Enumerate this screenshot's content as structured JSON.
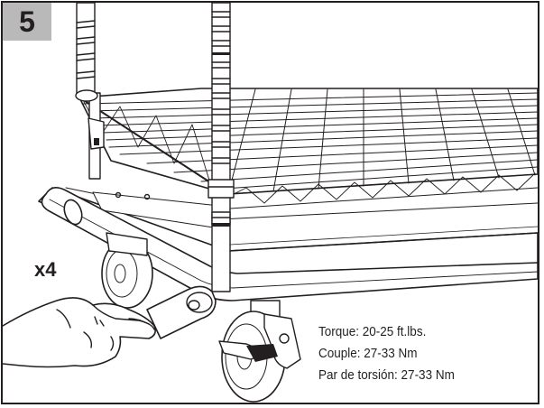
{
  "step": {
    "number": "5"
  },
  "quantity": {
    "label": "x4"
  },
  "torque_specs": [
    {
      "text": "Torque: 20-25 ft.lbs."
    },
    {
      "text": "Couple: 27-33 Nm"
    },
    {
      "text": "Par de torsión: 27-33 Nm"
    }
  ],
  "colors": {
    "line": "#231f20",
    "badge_bg": "#b9b9b9",
    "background": "#ffffff"
  },
  "illustration": {
    "subject": "wire shelf cart caster bolts tightened with wrench"
  }
}
